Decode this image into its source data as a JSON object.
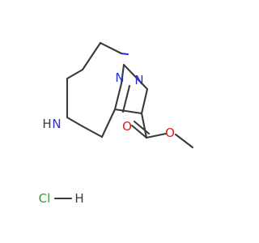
{
  "molecule": {
    "atoms": {
      "n_amine": "N",
      "h_amine": "H",
      "n_bridge": "N",
      "n_imidazole": "N",
      "o_carbonyl": "O",
      "o_ester": "O",
      "cl": "Cl",
      "h_hcl": "H"
    },
    "colors": {
      "bond": "#3a3a3a",
      "nitrogen": "#2b2bd9",
      "oxygen": "#d91f1f",
      "chlorine": "#2ea02e",
      "hydrogen": "#3a3a3a"
    }
  }
}
